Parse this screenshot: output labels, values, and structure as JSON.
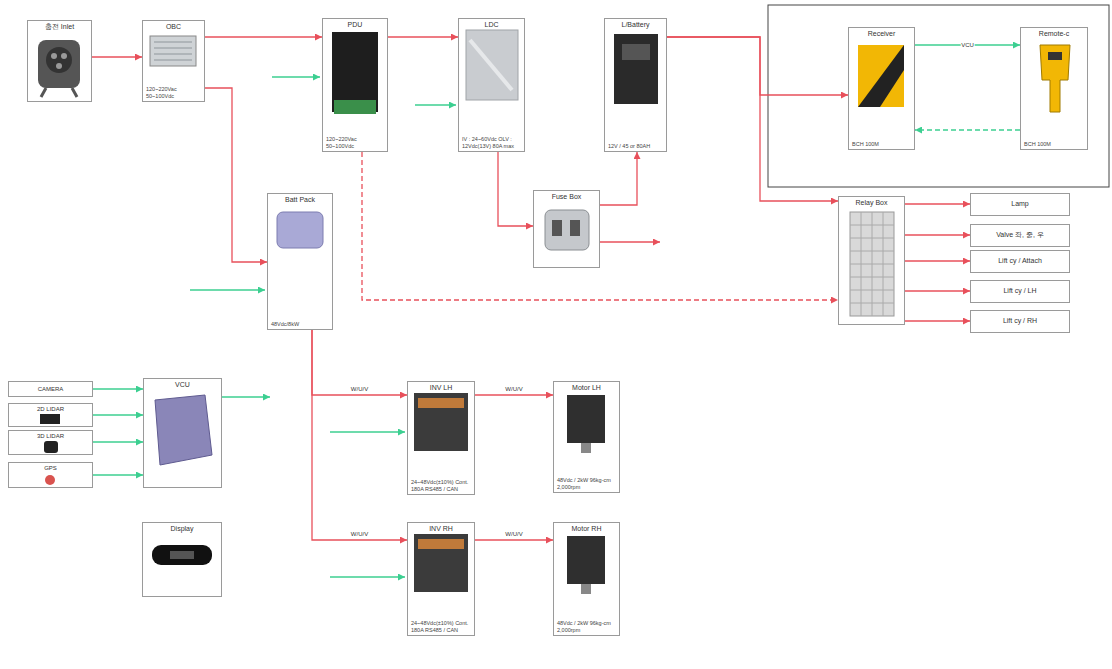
{
  "diagram": {
    "nodes": [
      {
        "text": [
          "충전 Inlet"
        ]
      },
      {
        "text": [
          "OBC",
          "120~220Vac 50~100Vdc"
        ]
      },
      {
        "text": [
          "PDU",
          "120~220Vac 50~100Vdc"
        ]
      },
      {
        "text": [
          "LDC",
          "IV : 24~60Vdc OLV : 12Vdc(13V) 80A max"
        ]
      },
      {
        "text": [
          "L/Battery",
          "12V / 45 or 80AH"
        ]
      },
      {
        "text": [
          "Receiver",
          "BCH 100M"
        ]
      },
      {
        "text": [
          "Remote-c",
          "BCH 100M"
        ]
      },
      {
        "text": [
          "Fuse Box"
        ]
      },
      {
        "text": [
          "Relay Box"
        ]
      },
      {
        "text": [
          "Lamp"
        ]
      },
      {
        "text": [
          "Valve 좌, 중, 우"
        ]
      },
      {
        "text": [
          "Lift cy / Attach"
        ]
      },
      {
        "text": [
          "Lift cy / LH"
        ]
      },
      {
        "text": [
          "Lift cy / RH"
        ]
      },
      {
        "text": [
          "Batt Pack",
          "48Vdc/8kW"
        ]
      },
      {
        "text": [
          "CAMERA"
        ]
      },
      {
        "text": [
          "2D LIDAR"
        ]
      },
      {
        "text": [
          "3D LIDAR"
        ]
      },
      {
        "text": [
          "GPS"
        ]
      },
      {
        "text": [
          "VCU"
        ]
      },
      {
        "text": [
          "Display"
        ]
      },
      {
        "text": [
          "INV LH",
          "24~48Vdc(±10%) Cont. 180A RS485 / CAN"
        ]
      },
      {
        "text": [
          "Motor LH",
          "48Vdc / 2kW 96kg-cm 2,000rpm"
        ]
      },
      {
        "text": [
          "INV RH",
          "24~48Vdc(±10%) Cont. 180A RS485 / CAN"
        ]
      },
      {
        "text": [
          "Motor RH",
          "48Vdc / 2kW 96kg-cm 2,000rpm"
        ]
      }
    ],
    "edges": [
      {
        "from": 0,
        "to": 1,
        "arrow": "to"
      },
      {
        "from": 1,
        "to": 2,
        "arrow": "to"
      },
      {
        "from": 2,
        "to": 3,
        "arrow": "to"
      },
      {
        "from": 3,
        "to": 7,
        "arrow": "to"
      },
      {
        "from": 7,
        "to": 4,
        "arrow": "to"
      },
      {
        "from": 4,
        "to": 8,
        "arrow": "to"
      },
      {
        "from": 4,
        "to": 5,
        "arrow": "to"
      },
      {
        "from": 5,
        "to": 6,
        "label": "VCU",
        "arrow": "to"
      },
      {
        "from": 6,
        "to": 5,
        "arrow": "to"
      },
      {
        "from": 1,
        "to": 14,
        "arrow": "to"
      },
      {
        "from": 2,
        "to": 8,
        "arrow": "to"
      },
      {
        "from": 8,
        "to": 9,
        "arrow": "to"
      },
      {
        "from": 8,
        "to": 10,
        "arrow": "to"
      },
      {
        "from": 8,
        "to": 11,
        "arrow": "to"
      },
      {
        "from": 8,
        "to": 12,
        "arrow": "to"
      },
      {
        "from": 8,
        "to": 13,
        "arrow": "to"
      },
      {
        "from": 14,
        "to": 21,
        "label": "W/U/V",
        "arrow": "to"
      },
      {
        "from": 14,
        "to": 23,
        "label": "W/U/V",
        "arrow": "to"
      },
      {
        "from": 21,
        "to": 22,
        "label": "W/U/V",
        "arrow": "to"
      },
      {
        "from": 23,
        "to": 24,
        "label": "W/U/V",
        "arrow": "to"
      },
      {
        "from": 15,
        "to": 19,
        "arrow": "to"
      },
      {
        "from": 16,
        "to": 19,
        "arrow": "to"
      },
      {
        "from": 17,
        "to": 19,
        "arrow": "to"
      },
      {
        "from": 18,
        "to": 19,
        "arrow": "to"
      }
    ]
  }
}
